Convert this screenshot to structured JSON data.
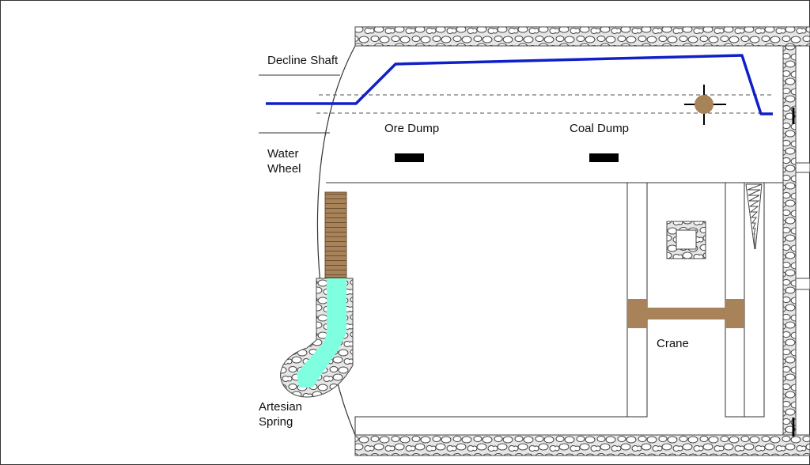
{
  "labels": {
    "decline_shaft": "Decline Shaft",
    "water_wheel": "Water\nWheel",
    "ore_dump": "Ore Dump",
    "coal_dump": "Coal Dump",
    "crane": "Crane",
    "artesian_spring": "Artesian\nSpring"
  },
  "colors": {
    "rock_fill": "#e6e6e6",
    "rock_stroke": "#444444",
    "track_line": "#1020c8",
    "wood": "#a8835a",
    "water": "#7fffe0",
    "line": "#333333",
    "dump_block": "#000000",
    "marker": "#a8835a"
  },
  "icons": {
    "ore_dump_marker": "black-rectangle",
    "coal_dump_marker": "black-rectangle",
    "shaft_head_marker": "crosshair-circle-icon"
  }
}
